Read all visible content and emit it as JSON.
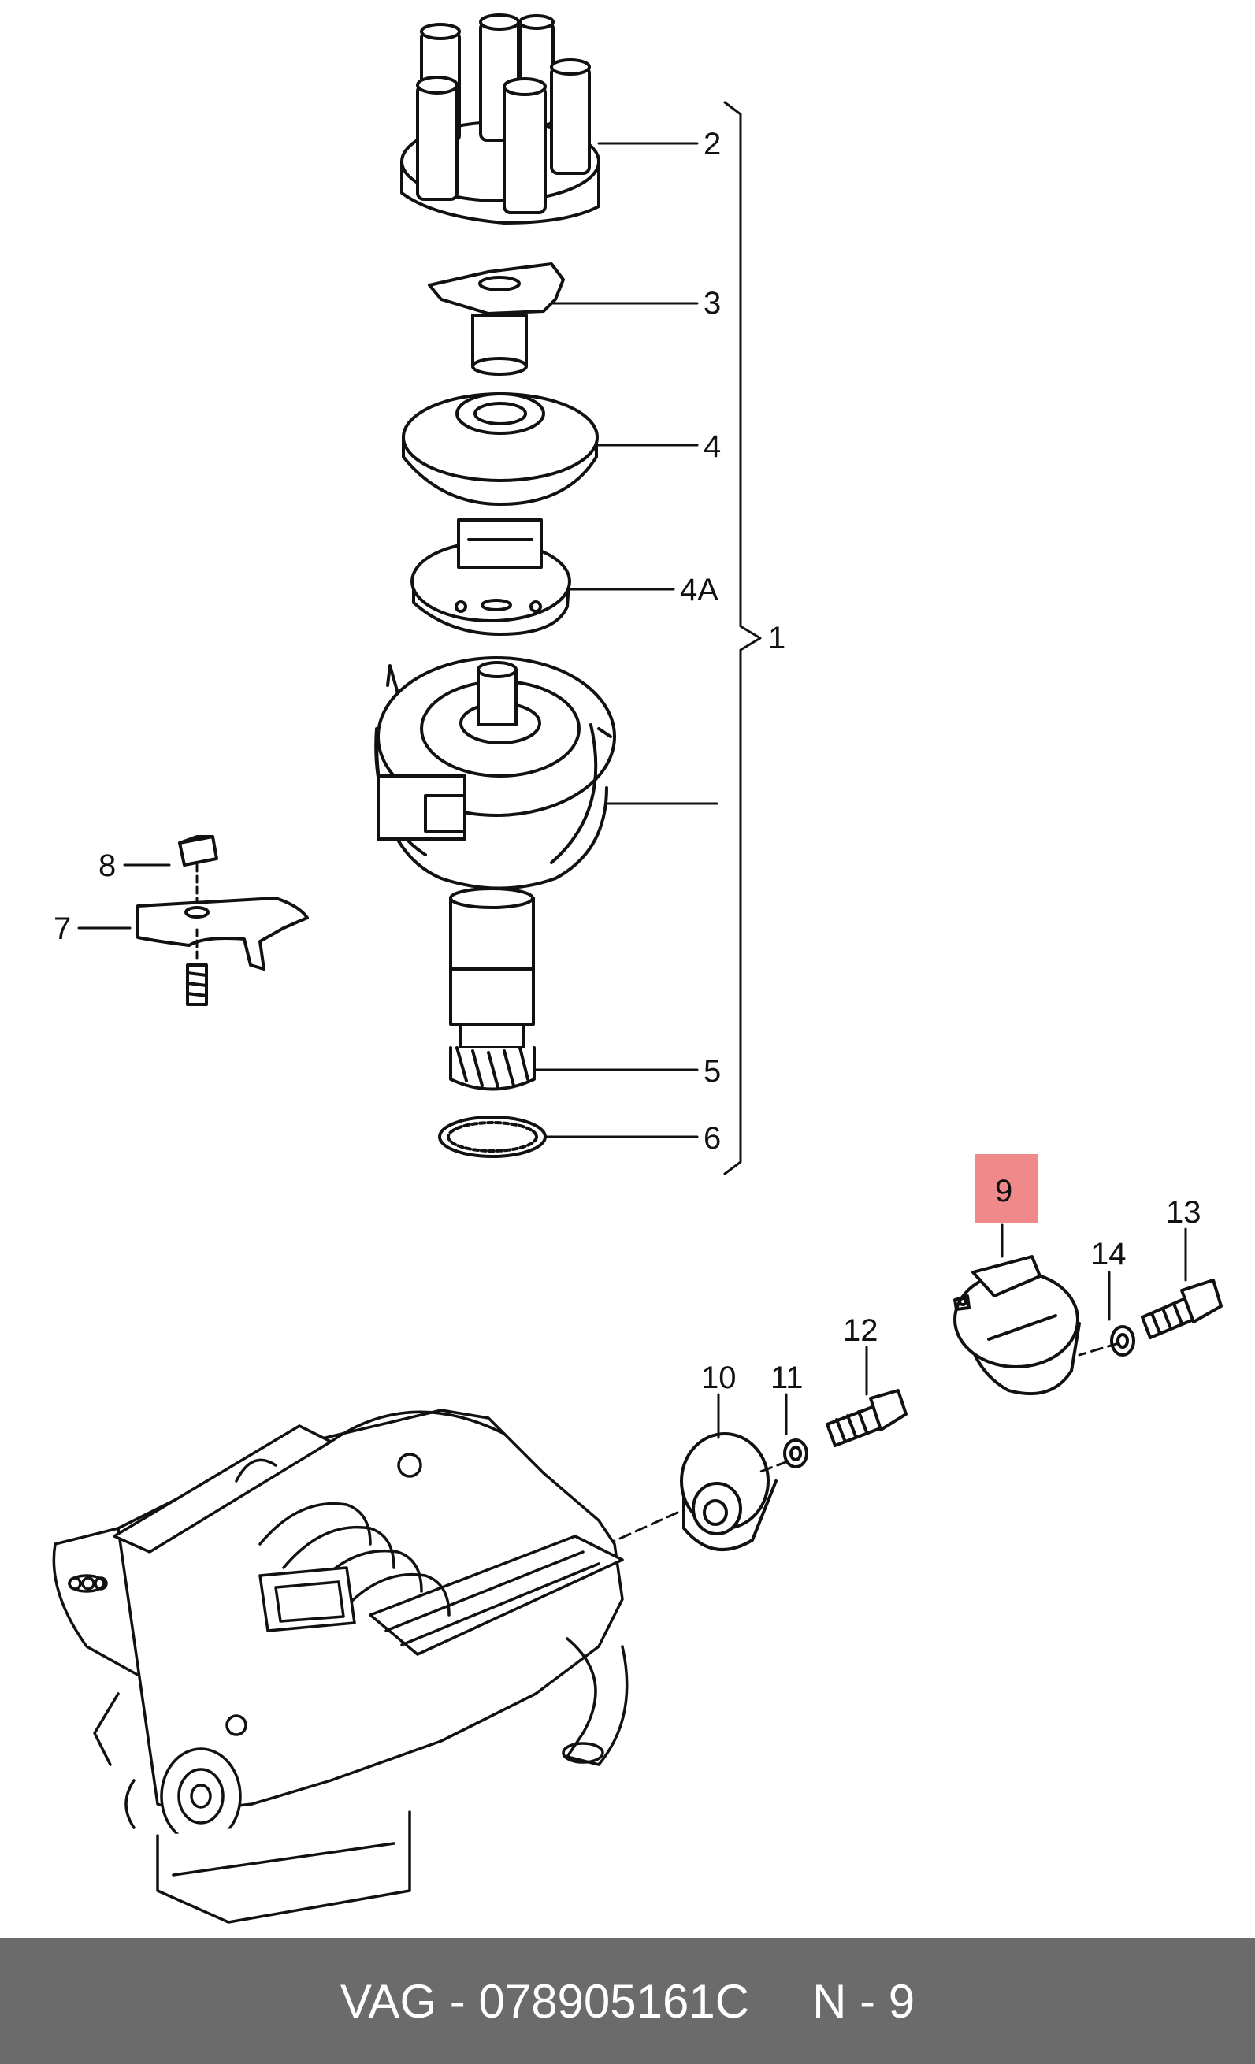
{
  "diagram": {
    "callouts": {
      "c1": "1",
      "c2": "2",
      "c3": "3",
      "c4": "4",
      "c4a": "4A",
      "c5": "5",
      "c6": "6",
      "c7": "7",
      "c8": "8",
      "c9": "9",
      "c10": "10",
      "c11": "11",
      "c12": "12",
      "c13": "13",
      "c14": "14"
    },
    "highlight_color": "#f08a8a",
    "line_color": "#111111"
  },
  "footer": {
    "brand": "VAG",
    "separator": " - ",
    "part_number": "078905161C",
    "diagram_ref": "N - 9",
    "background": "#6b6b6b"
  }
}
